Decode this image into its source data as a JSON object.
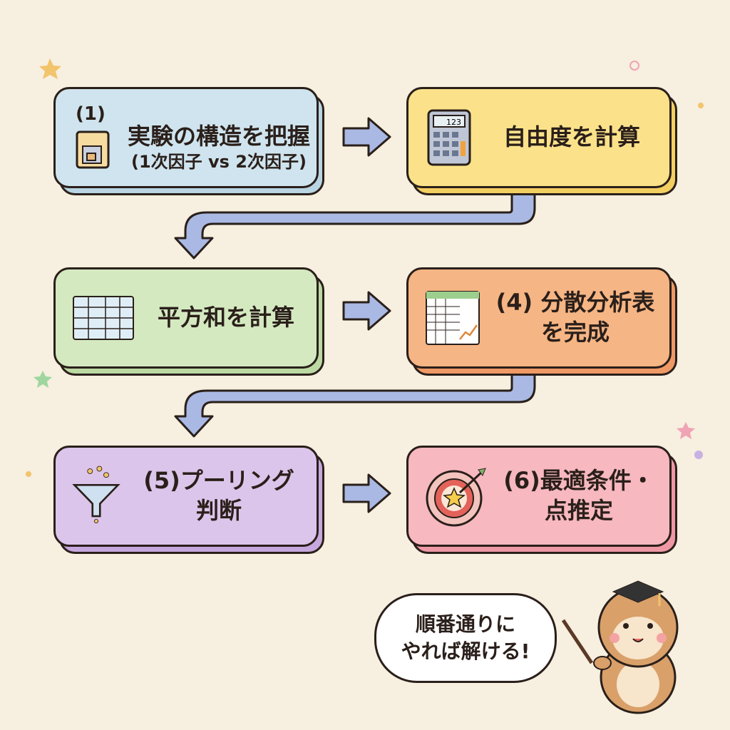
{
  "steps": [
    {
      "number": "(1)",
      "title": "実験の構造を把握",
      "subtitle": "(1次因子 vs 2次因子)",
      "color": "#cfe4ee",
      "icon": "box-icon"
    },
    {
      "title": "自由度を計算",
      "calculator_display": "123",
      "color": "#fbe28a",
      "icon": "calculator-icon"
    },
    {
      "title": "平方和を計算",
      "color": "#d4e9c0",
      "icon": "table-icon"
    },
    {
      "line1": "(4) 分散分析表",
      "line2": "を完成",
      "color": "#f6b584",
      "icon": "spreadsheet-chart-icon"
    },
    {
      "line1": "(5)プーリング",
      "line2": "判断",
      "color": "#dcc5ea",
      "icon": "funnel-icon"
    },
    {
      "line1": "(6)最適条件・",
      "line2": "点推定",
      "color": "#f7b8c0",
      "icon": "target-star-icon"
    }
  ],
  "speech_bubble": {
    "line1": "順番通りに",
    "line2": "やれば解ける!"
  },
  "mascot": "hamster-graduate-icon"
}
